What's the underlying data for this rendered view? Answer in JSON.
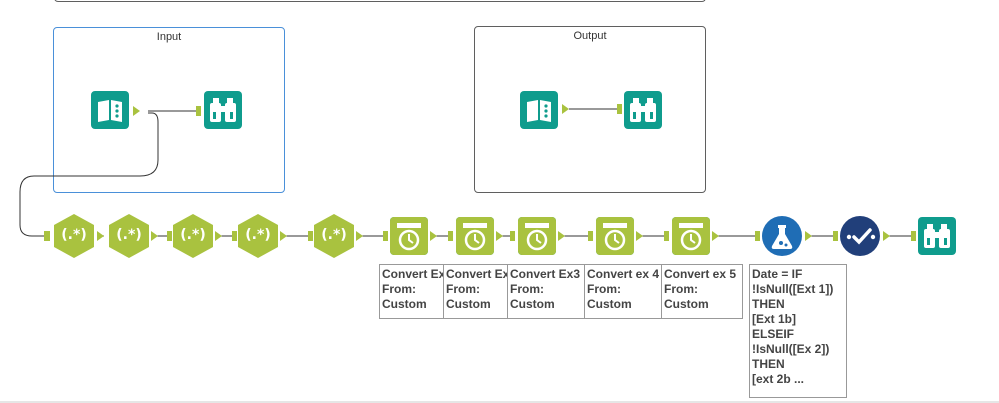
{
  "containers": {
    "input_title": "Input",
    "output_title": "Output"
  },
  "regex_tools": [
    "(.*)",
    "(.*)",
    "(.*)",
    "(.*)",
    "(.*)"
  ],
  "annotations": {
    "convert1": [
      "Convert Ex",
      "From:",
      "Custom"
    ],
    "convert2": [
      "Convert Ex",
      "From:",
      "Custom"
    ],
    "convert3": [
      "Convert Ex3",
      "From:",
      "Custom"
    ],
    "convert4": [
      "Convert ex 4",
      "From:",
      "Custom"
    ],
    "convert5": [
      "Convert ex 5",
      "From:",
      "Custom"
    ],
    "formula": [
      "Date = IF",
      "!IsNull([Ext 1])",
      "THEN",
      "[Ext 1b]",
      "ELSEIF",
      "!IsNull([Ex 2])",
      "THEN",
      "[ext 2b ..."
    ]
  },
  "icons": {
    "input": "book-open-icon",
    "browse": "binoculars-icon",
    "regex": "regex-hexagon-icon",
    "datetime": "clock-icon",
    "formula": "flask-icon",
    "select": "checkmark-flow-icon"
  },
  "colors": {
    "teal": "#0f9c8d",
    "regex_green": "#a9c23f",
    "formula_blue": "#1f6db5",
    "select_navy": "#213f7a",
    "selected_border": "#4a90d9"
  }
}
